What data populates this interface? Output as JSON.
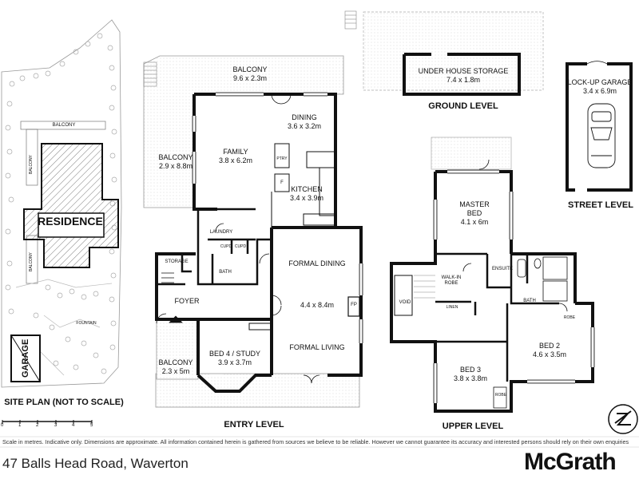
{
  "site_plan": {
    "residence": "RESIDENCE",
    "garage": "GARAGE",
    "balcony_top": "BALCONY",
    "balcony_side": "BALCONY",
    "balcony_side2": "BALCONY",
    "fountain": "FOUNTAIN",
    "title": "SITE PLAN (NOT TO SCALE)"
  },
  "entry_level": {
    "title": "ENTRY LEVEL",
    "balcony_top": {
      "name": "BALCONY",
      "dims": "9.6 x 2.3m"
    },
    "balcony_side": {
      "name": "BALCONY",
      "dims": "2.9 x 8.8m"
    },
    "family": {
      "name": "FAMILY",
      "dims": "3.8 x 6.2m"
    },
    "dining": {
      "name": "DINING",
      "dims": "3.6 x 3.2m"
    },
    "kitchen": {
      "name": "KITCHEN",
      "dims": "3.4 x 3.9m"
    },
    "pantry": "PTRY",
    "fridge": "F",
    "laundry": "LAUNDRY",
    "cupd1": "CUPD",
    "cupd2": "CUPD",
    "storage": "STORAGE",
    "bath": "BATH",
    "foyer": "FOYER",
    "formal_dining": "FORMAL DINING",
    "formal_dims": "4.4 x 8.4m",
    "formal_living": "FORMAL LIVING",
    "fp": "FP",
    "bed4": {
      "name": "BED 4 / STUDY",
      "dims": "3.9 x 3.7m"
    },
    "balcony_bottom": {
      "name": "BALCONY",
      "dims": "2.3 x 5m"
    }
  },
  "ground_level": {
    "title": "GROUND LEVEL",
    "storage": {
      "name": "UNDER HOUSE STORAGE",
      "dims": "7.4 x 1.8m"
    }
  },
  "street_level": {
    "title": "STREET LEVEL",
    "garage": {
      "name": "LOCK-UP GARAGE",
      "dims": "3.4 x 6.9m"
    }
  },
  "upper_level": {
    "title": "UPPER LEVEL",
    "master": {
      "name1": "MASTER",
      "name2": "BED",
      "dims": "4.1 x 6m"
    },
    "walkin": {
      "name1": "WALK-IN",
      "name2": "ROBE"
    },
    "ensuite": "ENSUITE",
    "void": "VOID",
    "linen": "LINEN",
    "bath": "BATH",
    "robe1": "ROBE",
    "robe2": "ROBE",
    "bed2": {
      "name": "BED 2",
      "dims": "4.6 x 3.5m"
    },
    "bed3": {
      "name": "BED 3",
      "dims": "3.8 x 3.8m"
    }
  },
  "scale_bar": {
    "ticks": [
      "0",
      "1",
      "2",
      "3",
      "4",
      "5"
    ]
  },
  "footer": {
    "disclaimer": "Scale in metres. Indicative only. Dimensions are approximate. All information contained herein is gathered from sources we believe to be reliable. However we cannot guarantee its accuracy and interested persons should rely on their own enquiries",
    "address": "47 Balls Head Road, Waverton",
    "brand": "McGrath"
  }
}
